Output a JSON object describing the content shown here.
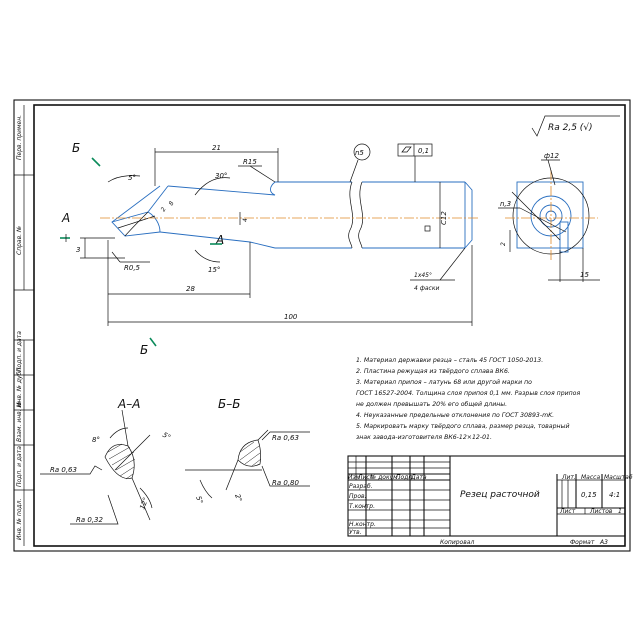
{
  "dims": {
    "d21": "21",
    "r15": "R15",
    "a30": "30°",
    "a5": "5°",
    "d3": "3",
    "r05": "R0,5",
    "a15": "15°",
    "d28": "28",
    "d100": "100",
    "d4": "4",
    "d8": "8",
    "d12": "C12",
    "n5": "n5",
    "flat": "0,1",
    "chamfer1": "1x45°",
    "chamfer2": "4 фаски",
    "phi12": "ф12",
    "n3": "n,3",
    "d15": "15",
    "d2": "2",
    "rough_main": "Ra 2,5 (√)"
  },
  "labels": {
    "sectionA": "А",
    "sectionB": "Б",
    "viewAA": "А–А",
    "viewBB": "Б–Б"
  },
  "sectionAA": {
    "a8": "8°",
    "a5": "5°",
    "a12": "12°",
    "ra063": "Ra 0,63",
    "ra032": "Ra 0,32"
  },
  "sectionBB": {
    "a2": "2°",
    "a5": "5°",
    "ra063": "Ra 0,63",
    "ra080": "Ra 0,80"
  },
  "notes": [
    "1. Материал державки резца – сталь 45 ГОСТ 1050-2013.",
    "2. Пластина режущая из твёрдого сплава ВК6.",
    "3. Материал припоя – латунь 68 или другой марки по",
    "ГОСТ 16527-2004. Толщина слоя припоя 0,1 мм. Разрыв слоя припоя",
    "не должен превышать 20% его общей длины.",
    "4. Неуказанные предельные отклонения по ГОСТ 30893-mK.",
    "5. Маркировать марку твёрдого сплава, размер резца, товарный",
    "знак завода-изготовителя ВК6-12×12-01."
  ],
  "side_labels": [
    "Перв. примен.",
    "Справ. №",
    "Подп. и дата",
    "Инв. № дубл.",
    "Взам. инв. №",
    "Подп. и дата",
    "Инв. № подл."
  ],
  "title_block": {
    "name": "Резец расточной",
    "cols": [
      "Изм",
      "Лист",
      "№ докум.",
      "Подп.",
      "Дата"
    ],
    "rows": [
      "Разраб.",
      "Пров.",
      "Т.контр.",
      "",
      "Н.контр.",
      "Утв."
    ],
    "lit": "Лит.",
    "mass": "Масса",
    "scale": "Масштаб",
    "mass_val": "0,15",
    "scale_val": "4:1",
    "sheet": "Лист",
    "sheets": "Листов",
    "sheets_val": "1",
    "copied": "Копировал",
    "format": "Формат",
    "format_val": "А3"
  }
}
